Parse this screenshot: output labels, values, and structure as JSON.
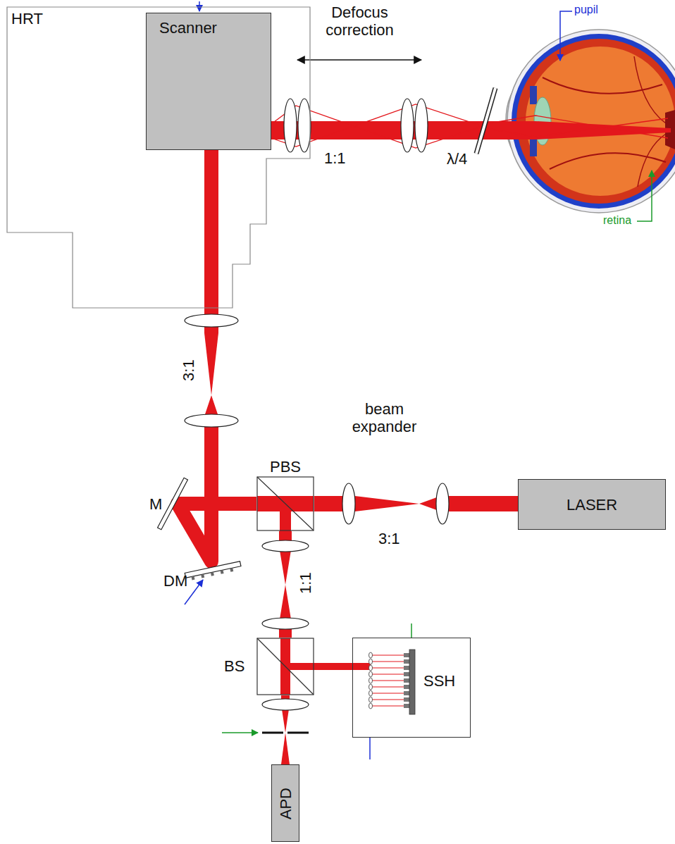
{
  "diagram": {
    "nodes": [
      {
        "text": [
          "HRT"
        ]
      },
      {
        "text": [
          "Scanner"
        ],
        "in": 0
      },
      {
        "text": [
          "PBS"
        ]
      },
      {
        "text": [
          "LASER"
        ]
      },
      {
        "text": [
          "BS"
        ]
      },
      {
        "text": [
          "SSH"
        ]
      },
      {
        "text": [
          "APD"
        ]
      }
    ],
    "edges": [
      {
        "from": 3,
        "to": 2,
        "arrow": "none"
      },
      {
        "from": 1,
        "to": 2,
        "arrow": "none"
      },
      {
        "from": 2,
        "to": 4,
        "arrow": "none"
      },
      {
        "from": 4,
        "to": 5,
        "arrow": "none"
      },
      {
        "from": 4,
        "to": 6,
        "arrow": "none"
      }
    ],
    "labels": [
      "Defocus correction",
      "pupil",
      "1:1",
      "λ/4",
      "retina",
      "3:1",
      "beam expander",
      "3:1",
      "M",
      "DM",
      "1:1"
    ]
  }
}
